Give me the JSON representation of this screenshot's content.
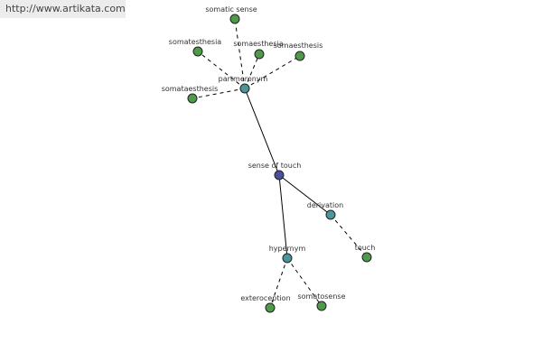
{
  "watermark": "http://www.artikata.com",
  "colors": {
    "root": "#4a4f9e",
    "relation": "#4a9699",
    "leaf": "#4f9a4a"
  },
  "graph": {
    "nodes": [
      {
        "id": "sense-of-touch",
        "label": "sense of touch",
        "kind": "root"
      },
      {
        "id": "partmeronym",
        "label": "partmeronym",
        "kind": "relation"
      },
      {
        "id": "derivation",
        "label": "derivation",
        "kind": "relation"
      },
      {
        "id": "hypernym",
        "label": "hypernym",
        "kind": "relation"
      },
      {
        "id": "somatic-sense",
        "label": "somatic sense",
        "kind": "leaf"
      },
      {
        "id": "somatesthesia",
        "label": "somatesthesia",
        "kind": "leaf"
      },
      {
        "id": "somaesthesia",
        "label": "somaesthesia",
        "kind": "leaf"
      },
      {
        "id": "somaesthesis",
        "label": "somaesthesis",
        "kind": "leaf"
      },
      {
        "id": "somataesthesis",
        "label": "somataesthesis",
        "kind": "leaf"
      },
      {
        "id": "touch",
        "label": "touch",
        "kind": "leaf"
      },
      {
        "id": "exteroception",
        "label": "exteroception",
        "kind": "leaf"
      },
      {
        "id": "somatosense",
        "label": "somatosense",
        "kind": "leaf"
      }
    ],
    "edges": [
      {
        "from": "sense-of-touch",
        "to": "partmeronym",
        "style": "solid"
      },
      {
        "from": "sense-of-touch",
        "to": "derivation",
        "style": "solid"
      },
      {
        "from": "sense-of-touch",
        "to": "hypernym",
        "style": "solid"
      },
      {
        "from": "partmeronym",
        "to": "somatic-sense",
        "style": "dashed"
      },
      {
        "from": "partmeronym",
        "to": "somatesthesia",
        "style": "dashed"
      },
      {
        "from": "partmeronym",
        "to": "somaesthesia",
        "style": "dashed"
      },
      {
        "from": "partmeronym",
        "to": "somaesthesis",
        "style": "dashed"
      },
      {
        "from": "partmeronym",
        "to": "somataesthesis",
        "style": "dashed"
      },
      {
        "from": "derivation",
        "to": "touch",
        "style": "dashed"
      },
      {
        "from": "hypernym",
        "to": "exteroception",
        "style": "dashed"
      },
      {
        "from": "hypernym",
        "to": "somatosense",
        "style": "dashed"
      }
    ]
  }
}
